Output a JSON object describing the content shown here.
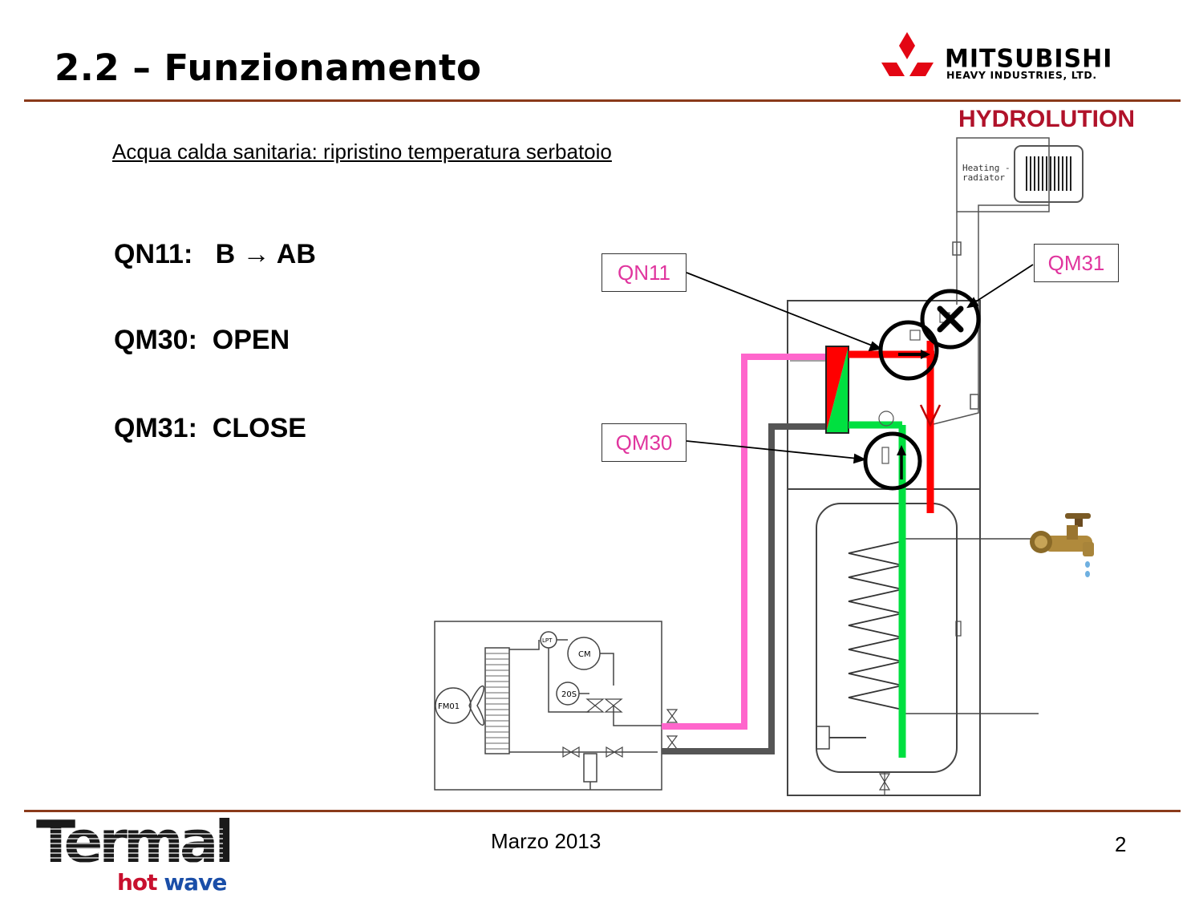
{
  "header": {
    "title": "2.2 – Funzionamento",
    "brand_name": "MITSUBISHI",
    "brand_sub": "HEAVY INDUSTRIES, LTD.",
    "product": "HYDROLUTION"
  },
  "subtitle": "Acqua calda sanitaria: ripristino temperatura serbatoio",
  "valve_states": [
    {
      "text": "QN11:   B → AB"
    },
    {
      "text": "QM30:  OPEN"
    },
    {
      "text": "QM31:  CLOSE"
    }
  ],
  "diagram": {
    "callouts": {
      "qn11": "QN11",
      "qm30": "QM30",
      "qm31": "QM31"
    },
    "heating_label_1": "Heating -",
    "heating_label_2": "radiator",
    "unit_labels": {
      "fan": "FM01",
      "compressor": "CM",
      "pressure": "LPT",
      "valve": "20S"
    },
    "colors": {
      "hot": "#ff0000",
      "cold": "#00e040",
      "pink": "#ff66cc",
      "gray": "#555555"
    }
  },
  "footer": {
    "date": "Marzo 2013",
    "page_number": "2",
    "brand_word": "Termal",
    "tag_1": "hot",
    "tag_2": "wave"
  }
}
